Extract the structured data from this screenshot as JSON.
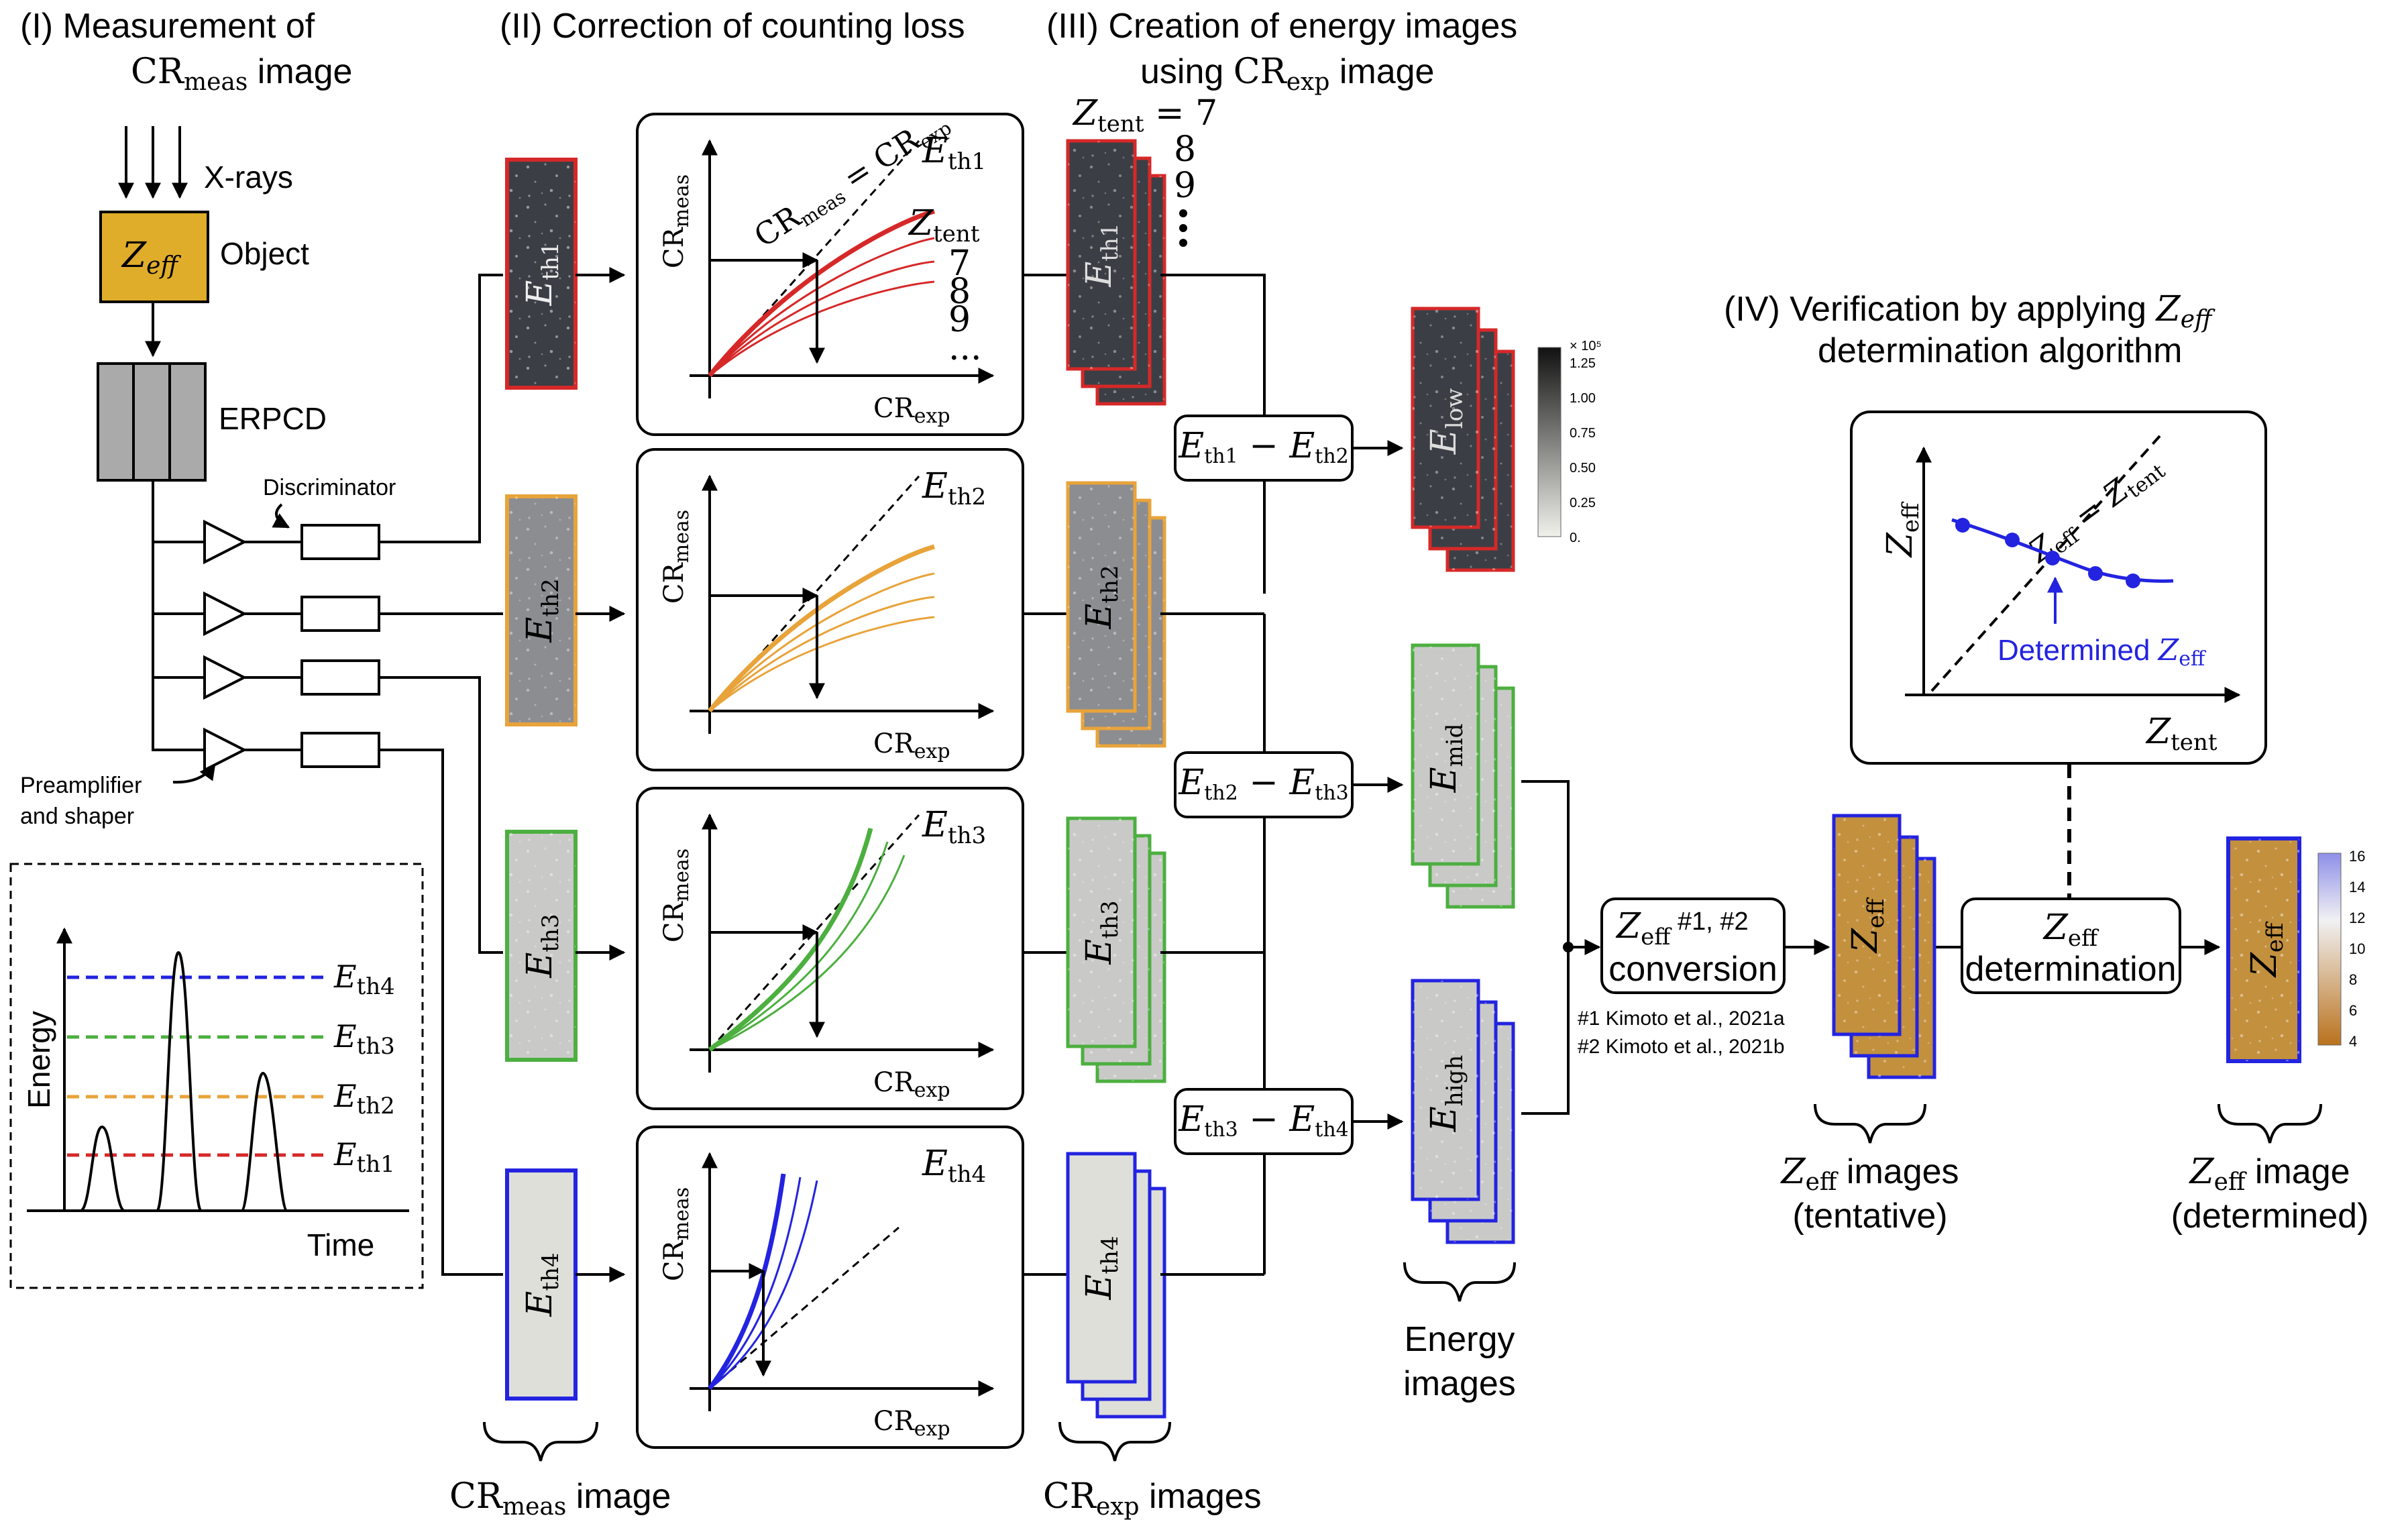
{
  "sections": {
    "s1_line1": "(I) Measurement of",
    "s1_line2_sym": "CR",
    "s1_line2_sub": "meas",
    "s1_line2_end": " image",
    "s2": "(II) Correction of counting loss",
    "s3_line1": "(III) Creation of energy images",
    "s3_line2_pre": "using ",
    "s3_line2_sym": "CR",
    "s3_line2_sub": "exp",
    "s3_line2_end": " image",
    "s4_line1_pre": "(IV) Verification by applying ",
    "s4_line1_sym": "Z",
    "s4_line1_sub": "eff",
    "s4_line2": "determination algorithm"
  },
  "left": {
    "xrays": "X-rays",
    "object_sym": "Z",
    "object_sub": "eff",
    "object_label": "Object",
    "detector": "ERPCD",
    "discriminator": "Discriminator",
    "preamp_line1": "Preamplifier",
    "preamp_line2": "and shaper",
    "inset_ylabel": "Energy",
    "inset_xlabel": "Time"
  },
  "thresholds": [
    {
      "sym": "E",
      "sub": "th1",
      "color": "#d62828"
    },
    {
      "sym": "E",
      "sub": "th2",
      "color": "#e8a33a"
    },
    {
      "sym": "E",
      "sub": "th3",
      "color": "#4caf3f"
    },
    {
      "sym": "E",
      "sub": "th4",
      "color": "#2323e0"
    }
  ],
  "graphs": {
    "ylabel_sym": "CR",
    "ylabel_sub": "meas",
    "xlabel_sym": "CR",
    "xlabel_sub": "exp",
    "identity_label": "CR",
    "identity_sub1": "meas",
    "identity_eq": " = CR",
    "identity_sub2": "exp",
    "ztent_sym": "Z",
    "ztent_sub": "tent",
    "curve_labels": [
      "7",
      "8",
      "9",
      "..."
    ]
  },
  "ztent_list": {
    "sym": "Z",
    "sub": "tent",
    "eq": " = 7",
    "values": [
      "8",
      "9"
    ]
  },
  "subtract": [
    {
      "a_sub": "th1",
      "b_sub": "th2"
    },
    {
      "a_sub": "th2",
      "b_sub": "th3"
    },
    {
      "a_sub": "th3",
      "b_sub": "th4"
    }
  ],
  "energy_images": [
    {
      "sym": "E",
      "sub": "low",
      "color": "#d62828"
    },
    {
      "sym": "E",
      "sub": "mid",
      "color": "#4caf3f"
    },
    {
      "sym": "E",
      "sub": "high",
      "color": "#2323e0"
    }
  ],
  "colorbar_gray": {
    "exp": "× 10⁵",
    "ticks": [
      "1.25",
      "1.00",
      "0.75",
      "0.50",
      "0.25",
      "0."
    ]
  },
  "colorbar_z": {
    "ticks": [
      "16",
      "14",
      "12",
      "10",
      "8",
      "6",
      "4"
    ]
  },
  "conversion": {
    "sym": "Z",
    "sub": "eff",
    "sup": " #1, #2",
    "label": "conversion"
  },
  "refs": [
    "#1 Kimoto et al., 2021a",
    "#2 Kimoto et al., 2021b"
  ],
  "determination": {
    "sym": "Z",
    "sub": "eff",
    "label": "determination"
  },
  "zeff_plot": {
    "ylabel_sym": "Z",
    "ylabel_sub": "eff",
    "xlabel_sym": "Z",
    "xlabel_sub": "tent",
    "identity_sym1": "Z",
    "identity_sub1": "eff",
    "identity_eq": " = ",
    "identity_sym2": "Z",
    "identity_sub2": "tent",
    "determined_text": "Determined ",
    "determined_sym": "Z",
    "determined_sub": "eff"
  },
  "captions": {
    "crmeas_sym": "CR",
    "crmeas_sub": "meas",
    "crmeas_end": " image",
    "crexp_sym": "CR",
    "crexp_sub": "exp",
    "crexp_end": " images",
    "energy_line1": "Energy",
    "energy_line2": "images",
    "tentative_sym": "Z",
    "tentative_sub": "eff",
    "tentative_end": " images",
    "tentative_line2": "(tentative)",
    "determined_sym": "Z",
    "determined_sub": "eff",
    "determined_end": " image",
    "determined_line2": "(determined)"
  },
  "colors": {
    "gold": "#e0ad2b",
    "zimage": "#c3903e",
    "blue": "#2323e0",
    "red": "#d62828",
    "orange": "#e8a33a",
    "green": "#4caf3f",
    "dark_img": "#3b3f45",
    "mid_img": "#8c8d90",
    "light_img": "#c9cac8"
  },
  "icons": [
    "arrow-icon",
    "amplifier-icon",
    "brace-icon"
  ]
}
